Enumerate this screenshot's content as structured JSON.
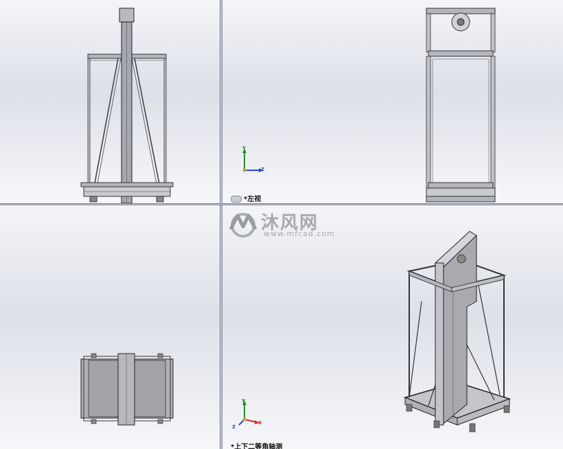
{
  "viewports": {
    "top_left": {
      "name": "front-view"
    },
    "top_right": {
      "label": "*左视",
      "axes": {
        "y": "Y",
        "z": "Z"
      }
    },
    "bottom_left": {
      "name": "top-view"
    },
    "bottom_right": {
      "label": "*上下二等角轴测",
      "axes": {
        "y": "Y",
        "z": "Z",
        "x": "X"
      }
    }
  },
  "watermark": {
    "text_cn": "沐风网",
    "url": "www.mfcad.com"
  },
  "colors": {
    "background_top": "#f4f5f8",
    "background_mid": "#dde0e8",
    "frame_metal": "#9c9ea6",
    "outline": "#2a2a2a",
    "axis_y": "#2a8a2a",
    "axis_z": "#2a4ad0",
    "axis_x": "#d02a2a"
  }
}
